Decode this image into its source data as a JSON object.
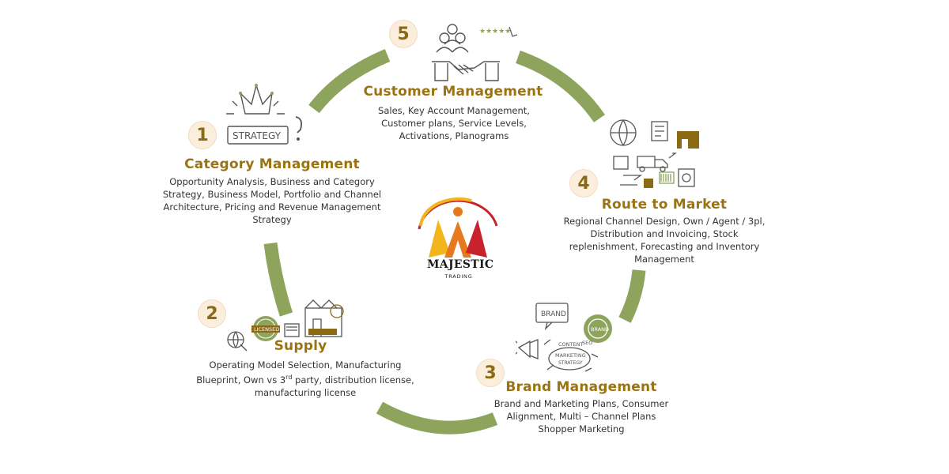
{
  "colors": {
    "arc": "#8ea35c",
    "title": "#9a7315",
    "number": "#8a6a12",
    "badge_bg": "#fbeedd",
    "text": "#333333",
    "icon_stroke": "#555555",
    "logo_orange": "#e8781e",
    "logo_yellow": "#f2b51c",
    "logo_red": "#c8232c"
  },
  "logo": {
    "name": "MAJESTIC",
    "subtitle": "TRADING"
  },
  "steps": {
    "category": {
      "number": "1",
      "title": "Category Management",
      "description_lines": [
        "Opportunity Analysis, Business and Category",
        "Strategy, Business Model, Portfolio and Channel",
        "Architecture, Pricing and Revenue Management",
        "Strategy"
      ],
      "icon": "strategy-crown-icon",
      "icon_text": "STRATEGY"
    },
    "supply": {
      "number": "2",
      "title": "Supply",
      "description_lines": [
        "Operating Model Selection, Manufacturing",
        "manufacturing license"
      ],
      "line2": {
        "before": "Blueprint, Own vs 3",
        "sup": "rd",
        "after": " party, distribution license,"
      },
      "icon": "factory-license-icon",
      "icon_text": "LICENSED"
    },
    "brand": {
      "number": "3",
      "title": "Brand Management",
      "description_lines": [
        "Brand and Marketing Plans, Consumer",
        "Alignment, Multi – Channel Plans",
        "Shopper Marketing"
      ],
      "icon": "brand-marketing-icon",
      "icon_texts": [
        "BRAND",
        "MARKETING",
        "STRATEGY",
        "CONTENT",
        "SEO",
        "BRAND"
      ]
    },
    "route": {
      "number": "4",
      "title": "Route to Market",
      "description_lines": [
        "Regional Channel Design, Own / Agent / 3pl,",
        "Distribution and Invoicing, Stock",
        "replenishment, Forecasting and Inventory",
        "Management"
      ],
      "icon": "logistics-icon"
    },
    "customer": {
      "number": "5",
      "title": "Customer Management",
      "description_lines": [
        "Sales, Key Account Management,",
        "Customer plans, Service Levels,",
        "Activations, Planograms"
      ],
      "icon": "handshake-team-icon"
    }
  }
}
